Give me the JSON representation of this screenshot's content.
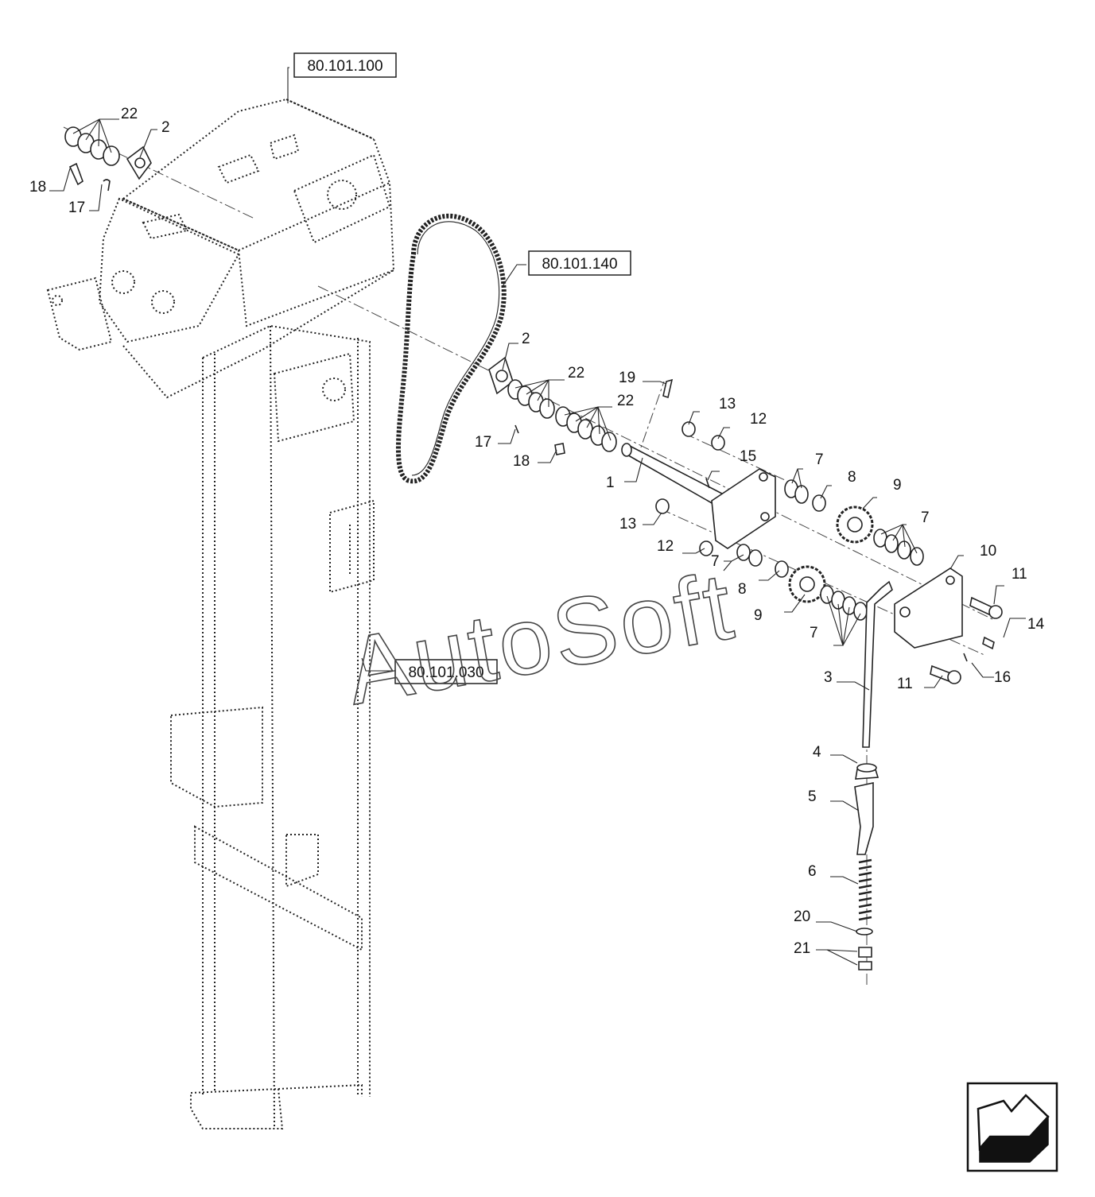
{
  "references": [
    {
      "id": "ref-80-101-100",
      "label": "80.101.100"
    },
    {
      "id": "ref-80-101-140",
      "label": "80.101.140"
    },
    {
      "id": "ref-80-101-030",
      "label": "80.101.030"
    }
  ],
  "callouts": [
    {
      "id": "c22a",
      "label": "22"
    },
    {
      "id": "c2a",
      "label": "2"
    },
    {
      "id": "c18a",
      "label": "18"
    },
    {
      "id": "c17a",
      "label": "17"
    },
    {
      "id": "c2b",
      "label": "2"
    },
    {
      "id": "c22b",
      "label": "22"
    },
    {
      "id": "c22c",
      "label": "22"
    },
    {
      "id": "c19",
      "label": "19"
    },
    {
      "id": "c13a",
      "label": "13"
    },
    {
      "id": "c12a",
      "label": "12"
    },
    {
      "id": "c17b",
      "label": "17"
    },
    {
      "id": "c18b",
      "label": "18"
    },
    {
      "id": "c15",
      "label": "15"
    },
    {
      "id": "c7a",
      "label": "7"
    },
    {
      "id": "c8a",
      "label": "8"
    },
    {
      "id": "c9a",
      "label": "9"
    },
    {
      "id": "c1",
      "label": "1"
    },
    {
      "id": "c13b",
      "label": "13"
    },
    {
      "id": "c7b",
      "label": "7"
    },
    {
      "id": "c12b",
      "label": "12"
    },
    {
      "id": "c7c",
      "label": "7"
    },
    {
      "id": "c10",
      "label": "10"
    },
    {
      "id": "c11a",
      "label": "11"
    },
    {
      "id": "c8b",
      "label": "8"
    },
    {
      "id": "c14",
      "label": "14"
    },
    {
      "id": "c9b",
      "label": "9"
    },
    {
      "id": "c7d",
      "label": "7"
    },
    {
      "id": "c11b",
      "label": "11"
    },
    {
      "id": "c16",
      "label": "16"
    },
    {
      "id": "c3",
      "label": "3"
    },
    {
      "id": "c4",
      "label": "4"
    },
    {
      "id": "c5",
      "label": "5"
    },
    {
      "id": "c6",
      "label": "6"
    },
    {
      "id": "c20",
      "label": "20"
    },
    {
      "id": "c21",
      "label": "21"
    }
  ],
  "watermark": "AutoSoft",
  "nav": {
    "icon": "arrow-back-icon"
  }
}
